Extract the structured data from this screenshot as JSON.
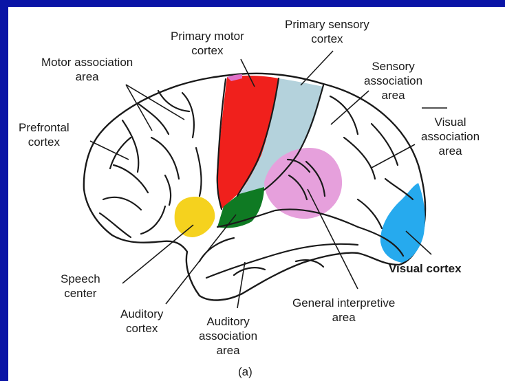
{
  "labels": {
    "primary_motor": [
      "Primary motor",
      "cortex"
    ],
    "primary_sensory": [
      "Primary sensory",
      "cortex"
    ],
    "motor_assoc": [
      "Motor association",
      "area"
    ],
    "sensory_assoc": [
      "Sensory",
      "association",
      "area"
    ],
    "prefrontal": [
      "Prefrontal",
      "cortex"
    ],
    "visual_assoc": [
      "Visual",
      "association",
      "area"
    ],
    "visual_cortex": "Visual cortex",
    "speech": [
      "Speech",
      "center"
    ],
    "general_interp": [
      "General interpretive",
      "area"
    ],
    "auditory_cortex": [
      "Auditory",
      "cortex"
    ],
    "auditory_assoc": [
      "Auditory",
      "association",
      "area"
    ],
    "caption": "(a)"
  },
  "colors": {
    "background_frame": "#0a14a6",
    "primary_motor_cortex": "#f0201c",
    "primary_sensory_cortex": "#b4d2dc",
    "speech_center": "#f5d21e",
    "auditory_cortex": "#0f7a23",
    "general_interpretive_area": "#e6a0dc",
    "visual_cortex": "#26aaee"
  }
}
